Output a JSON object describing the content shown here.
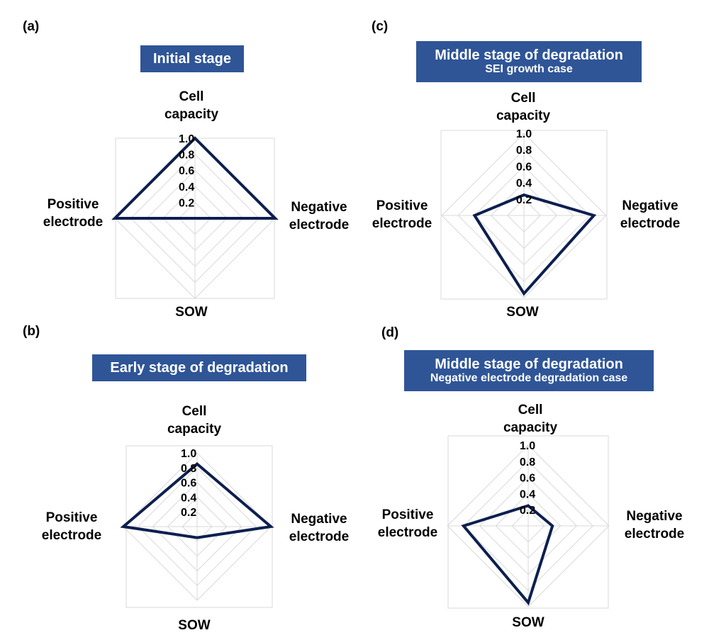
{
  "colors": {
    "title_box": "#2f5597",
    "title_text": "#ffffff",
    "series_line": "#0d1f4f",
    "grid": "#d9d9d9",
    "panel_border": "#d9d9d9"
  },
  "chart_data": [
    {
      "panel": "(a)",
      "type": "radar",
      "title": "Initial stage",
      "subtitle": "",
      "axes": [
        {
          "key": "cell_capacity",
          "line1": "Cell",
          "line2": "capacity"
        },
        {
          "key": "negative_electrode",
          "line1": "Negative",
          "line2": "electrode"
        },
        {
          "key": "sow",
          "line1": "SOW",
          "line2": ""
        },
        {
          "key": "positive_electrode",
          "line1": "Positive",
          "line2": "electrode"
        }
      ],
      "ticks": [
        "0.2",
        "0.4",
        "0.6",
        "0.8",
        "1.0"
      ],
      "range": [
        0,
        1.0
      ],
      "grid": true,
      "values": [
        1.0,
        1.0,
        0.0,
        1.0
      ]
    },
    {
      "panel": "(b)",
      "type": "radar",
      "title": "Early stage of degradation",
      "subtitle": "",
      "axes": [
        {
          "key": "cell_capacity",
          "line1": "Cell",
          "line2": "capacity"
        },
        {
          "key": "negative_electrode",
          "line1": "Negative",
          "line2": "electrode"
        },
        {
          "key": "sow",
          "line1": "SOW",
          "line2": ""
        },
        {
          "key": "positive_electrode",
          "line1": "Positive",
          "line2": "electrode"
        }
      ],
      "ticks": [
        "0.2",
        "0.4",
        "0.6",
        "0.8",
        "1.0"
      ],
      "range": [
        0,
        1.0
      ],
      "grid": true,
      "values": [
        0.85,
        1.0,
        0.15,
        1.0
      ]
    },
    {
      "panel": "(c)",
      "type": "radar",
      "title": "Middle stage of degradation",
      "subtitle": "SEI growth case",
      "axes": [
        {
          "key": "cell_capacity",
          "line1": "Cell",
          "line2": "capacity"
        },
        {
          "key": "negative_electrode",
          "line1": "Negative",
          "line2": "electrode"
        },
        {
          "key": "sow",
          "line1": "SOW",
          "line2": ""
        },
        {
          "key": "positive_electrode",
          "line1": "Positive",
          "line2": "electrode"
        }
      ],
      "ticks": [
        "0.2",
        "0.4",
        "0.6",
        "0.8",
        "1.0"
      ],
      "range": [
        0,
        1.0
      ],
      "grid": true,
      "values": [
        0.25,
        0.85,
        0.95,
        0.6
      ]
    },
    {
      "panel": "(d)",
      "type": "radar",
      "title": "Middle stage of degradation",
      "subtitle": "Negative electrode degradation case",
      "axes": [
        {
          "key": "cell_capacity",
          "line1": "Cell",
          "line2": "capacity"
        },
        {
          "key": "negative_electrode",
          "line1": "Negative",
          "line2": "electrode"
        },
        {
          "key": "sow",
          "line1": "SOW",
          "line2": ""
        },
        {
          "key": "positive_electrode",
          "line1": "Positive",
          "line2": "electrode"
        }
      ],
      "ticks": [
        "0.2",
        "0.4",
        "0.6",
        "0.8",
        "1.0"
      ],
      "range": [
        0,
        1.0
      ],
      "grid": true,
      "values": [
        0.25,
        0.3,
        0.95,
        0.8
      ]
    }
  ]
}
